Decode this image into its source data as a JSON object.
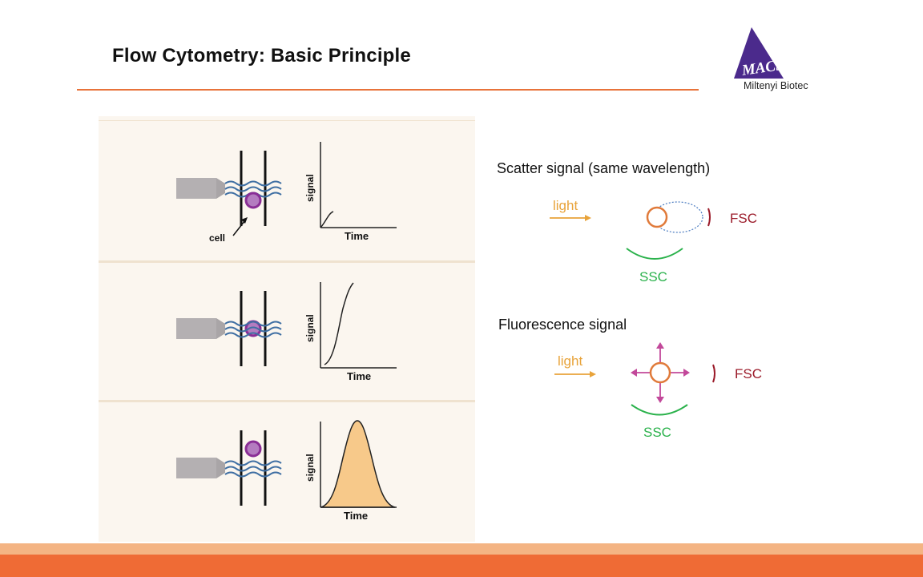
{
  "slide": {
    "title": "Flow Cytometry:  Basic Principle"
  },
  "logo": {
    "mark_text": "MACS",
    "company": "Miltenyi Biotec"
  },
  "left_panel": {
    "cell_label": "cell",
    "rows": [
      {
        "ylabel": "signal",
        "xlabel": "Time",
        "stage": "approach"
      },
      {
        "ylabel": "signal",
        "xlabel": "Time",
        "stage": "rising"
      },
      {
        "ylabel": "signal",
        "xlabel": "Time",
        "stage": "peak"
      }
    ]
  },
  "scatter": {
    "heading": "Scatter signal (same wavelength)",
    "light_label": "light",
    "fsc_label": "FSC",
    "ssc_label": "SSC"
  },
  "fluorescence": {
    "heading": "Fluorescence signal",
    "light_label": "light",
    "fsc_label": "FSC",
    "ssc_label": "SSC"
  },
  "colors": {
    "accent": "#e8733a",
    "light_arrow": "#e8a33a",
    "fsc": "#9b1b2a",
    "ssc": "#2bb24c",
    "cell_outline": "#e07a3a",
    "fluor_arrows": "#c2489a",
    "cell_purple": "#9b3fa6",
    "peak_fill": "#f7c98a",
    "logo_purple": "#4b2a8c"
  }
}
